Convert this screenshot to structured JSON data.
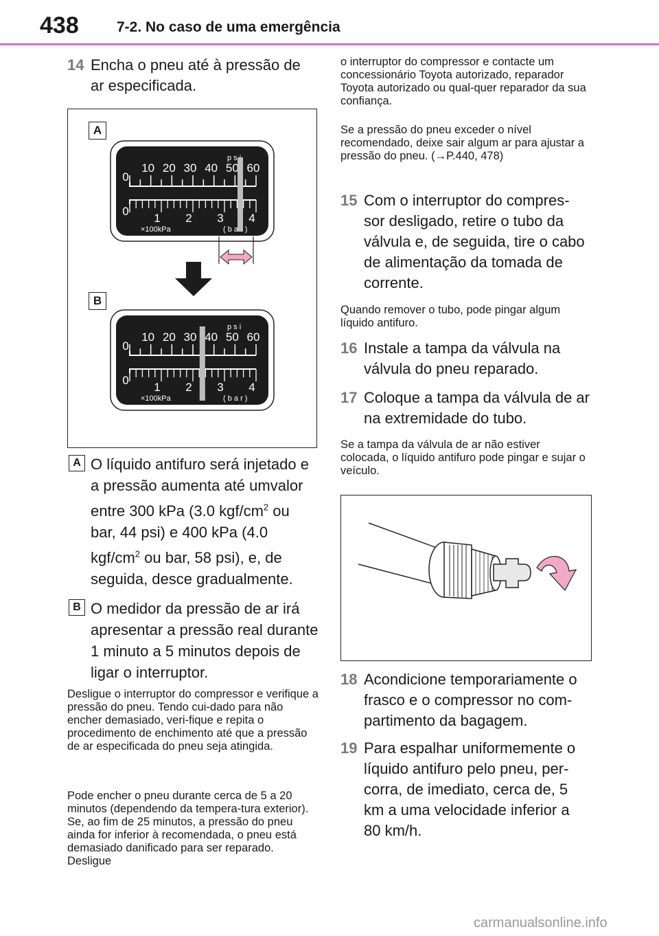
{
  "header": {
    "page_number": "438",
    "section_title": "7-2. No caso de uma emergência"
  },
  "left_column": {
    "step14": {
      "num": "14",
      "text": "Encha o pneu até à pressão de ar especificada."
    },
    "figure": {
      "label_a": "A",
      "label_b": "B",
      "gauge": {
        "psi_unit": "p s i",
        "psi_ticks": [
          "0",
          "10",
          "20",
          "30",
          "40",
          "50",
          "60"
        ],
        "bar_ticks": [
          "0",
          "1",
          "2",
          "3",
          "4"
        ],
        "kpa_unit": "×100kPa",
        "bar_unit": "( b a r )"
      },
      "gauge_a_reading_bar": 3.5,
      "gauge_b_reading_bar": 2.3
    },
    "item_a": {
      "label": "A",
      "line1": "O líquido antifuro será injetado e",
      "line2": "a pressão aumenta até umvalor",
      "line3a": "entre 300 kPa (3.0 kgf/cm",
      "line3sup": "2",
      "line3b": " ou",
      "line4": "bar, 44 psi) e 400 kPa (4.0",
      "line5a": "kgf/cm",
      "line5sup": "2",
      "line5b": " ou bar, 58 psi), e, de",
      "line6": "seguida, desce gradualmente."
    },
    "item_b": {
      "label": "B",
      "text": "O medidor da pressão de ar irá apresentar a pressão real durante 1 minuto a 5 minutos depois de ligar o interruptor."
    },
    "para1": "Desligue o interruptor do compressor e verifique a pressão do pneu. Tendo cui-dado para não encher demasiado, veri-fique e repita o procedimento de enchimento até que a pressão de ar especificada do pneu seja atingida.",
    "para2": "Pode encher o pneu durante cerca de 5 a 20 minutos (dependendo da tempera-tura exterior). Se, ao fim de 25 minutos, a pressão do pneu ainda for inferior à recomendada, o pneu está demasiado danificado para ser reparado. Desligue"
  },
  "right_column": {
    "para_cont": "o interruptor do compressor e contacte um concessionário Toyota autorizado, reparador Toyota autorizado ou qual-quer reparador da sua confiança.",
    "para_pressure": "Se a pressão do pneu exceder o nível recomendado, deixe sair algum ar para ajustar a pressão do pneu. (→P.440, 478)",
    "step15": {
      "num": "15",
      "text": "Com o interruptor do compres-sor desligado, retire o tubo da válvula e, de seguida, tire o cabo de alimentação da tomada de corrente."
    },
    "note15": "Quando remover o tubo, pode pingar algum líquido antifuro.",
    "step16": {
      "num": "16",
      "text": "Instale a tampa da válvula na válvula do pneu reparado."
    },
    "step17": {
      "num": "17",
      "text": "Coloque a tampa da válvula de ar na extremidade do tubo."
    },
    "note17": "Se a tampa da válvula de ar não estiver colocada, o líquido antifuro pode pingar e sujar o veículo.",
    "step18": {
      "num": "18",
      "text": "Acondicione temporariamente o frasco e o compressor no com-partimento da bagagem."
    },
    "step19": {
      "num": "19",
      "text": "Para espalhar uniformemente o líquido antifuro pelo pneu, per-corra, de imediato, cerca de, 5 km a uma velocidade inferior a 80 km/h."
    }
  },
  "footer": {
    "watermark": "carmanualsonline.info"
  },
  "colors": {
    "header_rule": "#d66fd6",
    "arrow_pink": "#f1a9c9",
    "gauge_dark": "#1c1c1c"
  }
}
